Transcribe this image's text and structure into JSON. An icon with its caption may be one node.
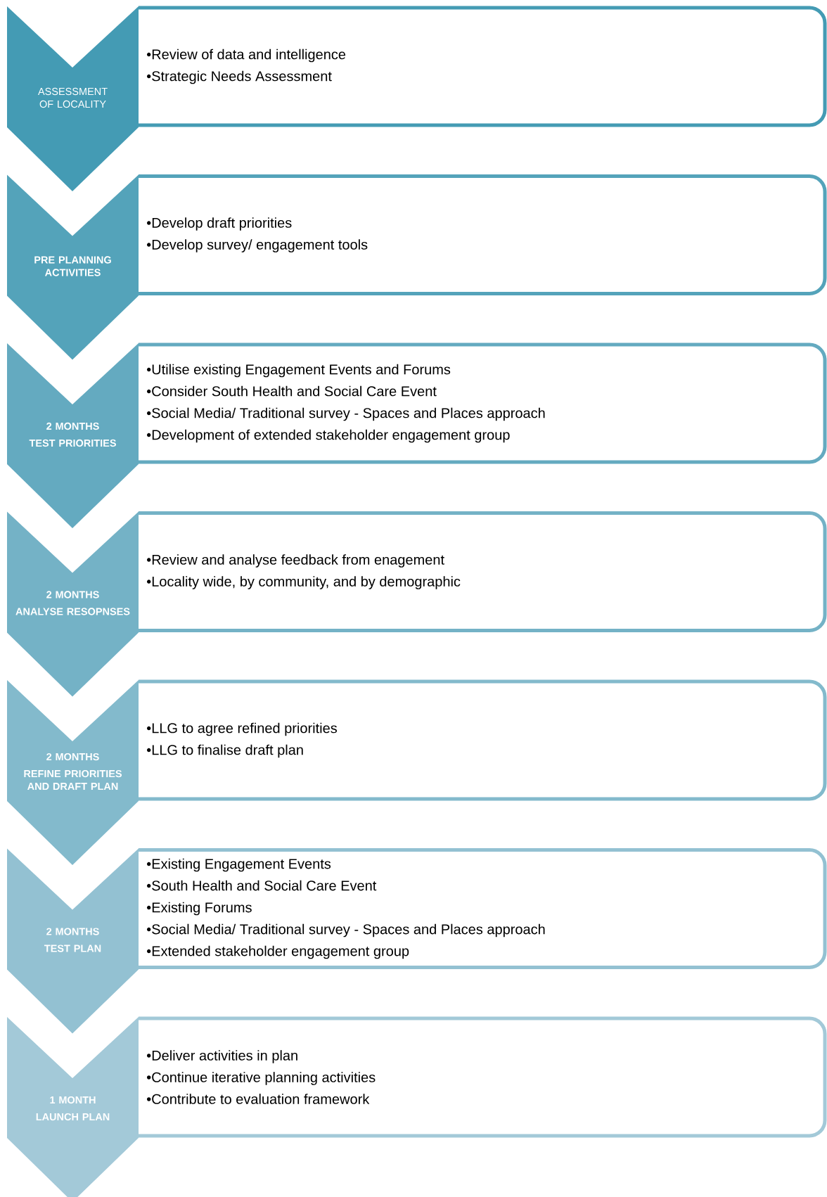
{
  "diagram": {
    "nodes": [
      {
        "text": [
          "ASSESSMENT OF LOCALITY"
        ]
      },
      {
        "text": [
          "•Review of data and intelligence",
          "•Strategic Needs Assessment"
        ]
      },
      {
        "text": [
          "PRE PLANNING ACTIVITIES"
        ]
      },
      {
        "text": [
          "•Develop draft priorities",
          "•Develop survey/ engagement tools"
        ]
      },
      {
        "text": [
          "2 MONTHS",
          "TEST PRIORITIES"
        ]
      },
      {
        "text": [
          "•Utilise existing Engagement Events and Forums",
          "•Consider South Health and Social Care Event",
          "•Social Media/ Traditional survey - Spaces and Places approach",
          "•Development of extended stakeholder engagement group"
        ]
      },
      {
        "text": [
          "2 MONTHS",
          "ANALYSE RESOPNSES"
        ]
      },
      {
        "text": [
          "•Review and analyse feedback from enagement",
          "•Locality wide, by community, and by demographic"
        ]
      },
      {
        "text": [
          "2 MONTHS",
          "REFINE PRIORITIES AND DRAFT PLAN"
        ]
      },
      {
        "text": [
          "•LLG to agree refined priorities",
          "•LLG to finalise draft plan"
        ]
      },
      {
        "text": [
          "2 MONTHS",
          "TEST PLAN"
        ]
      },
      {
        "text": [
          "•Existing Engagement Events",
          "•South Health and Social Care Event",
          "•Existing Forums",
          "•Social Media/ Traditional survey - Spaces and Places approach",
          "•Extended stakeholder engagement group"
        ]
      },
      {
        "text": [
          "1 MONTH",
          "LAUNCH PLAN"
        ]
      },
      {
        "text": [
          "•Deliver activities in plan",
          "•Continue iterative planning activities",
          "•Contribute to evaluation framework"
        ]
      }
    ]
  }
}
